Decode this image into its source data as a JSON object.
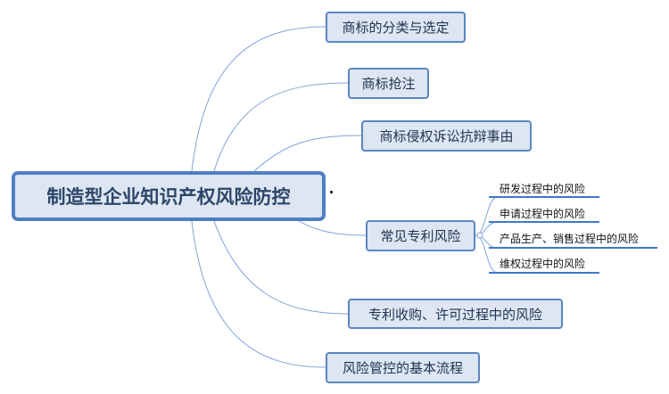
{
  "root": {
    "label": "制造型企业知识产权风险防控"
  },
  "branches": [
    {
      "label": "商标的分类与选定"
    },
    {
      "label": "商标抢注"
    },
    {
      "label": "商标侵权诉讼抗辩事由"
    },
    {
      "label": "常见专利风险",
      "children": [
        {
          "label": "研发过程中的风险"
        },
        {
          "label": "申请过程中的风险"
        },
        {
          "label": "产品生产、销售过程中的风险"
        },
        {
          "label": "维权过程中的风险"
        }
      ]
    },
    {
      "label": "专利收购、许可过程中的风险"
    },
    {
      "label": "风险管控的基本流程"
    }
  ],
  "colors": {
    "line": "#6f98d2",
    "node_fill": "#dde6f2",
    "node_border": "#5b86c0"
  }
}
